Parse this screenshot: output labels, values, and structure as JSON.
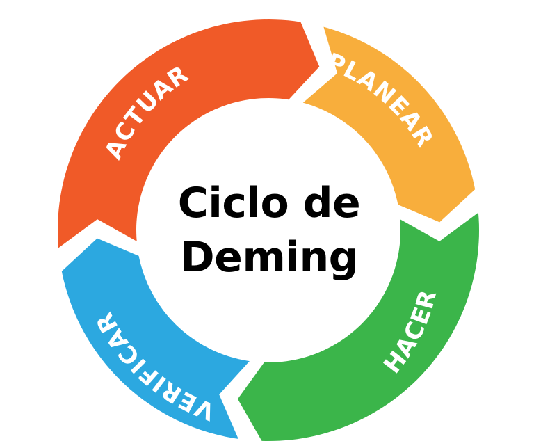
{
  "diagram": {
    "type": "cycle",
    "title_line1": "Ciclo de",
    "title_line2": "Deming",
    "segments": [
      {
        "id": "planear",
        "label": "PLANEAR",
        "color": "#F8AE3C",
        "order": 1
      },
      {
        "id": "hacer",
        "label": "HACER",
        "color": "#3BB54A",
        "order": 2
      },
      {
        "id": "verificar",
        "label": "VERIFICAR",
        "color": "#2CA8E0",
        "order": 3
      },
      {
        "id": "actuar",
        "label": "ACTUAR",
        "color": "#F05A28",
        "order": 4
      }
    ],
    "direction": "clockwise",
    "label_color": "#FFFFFF",
    "center_fill": "#FFFFFF",
    "title_color": "#000000"
  }
}
